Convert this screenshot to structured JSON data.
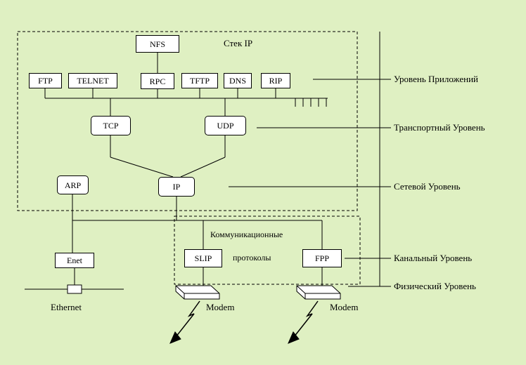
{
  "title": "Стек IP",
  "colors": {
    "background": "#dff0c2",
    "box_fill": "#ffffff",
    "line": "#000000"
  },
  "nodes": {
    "nfs": "NFS",
    "ftp": "FTP",
    "telnet": "TELNET",
    "rpc": "RPC",
    "tftp": "TFTP",
    "dns": "DNS",
    "rip": "RIP",
    "tcp": "TCP",
    "udp": "UDP",
    "arp": "ARP",
    "ip": "IP",
    "enet": "Enet",
    "slip": "SLIP",
    "ppp": "FPP"
  },
  "comm_protocols": {
    "line1": "Коммуникационные",
    "line2": "протоколы"
  },
  "layers": [
    "Уровень Приложений",
    "Транспортный Уровень",
    "Сетевой Уровень",
    "Канальный Уровень",
    "Физический Уровень"
  ],
  "hardware": {
    "ethernet_label": "Ethernet",
    "modem1_label": "Modem",
    "modem2_label": "Modem"
  }
}
